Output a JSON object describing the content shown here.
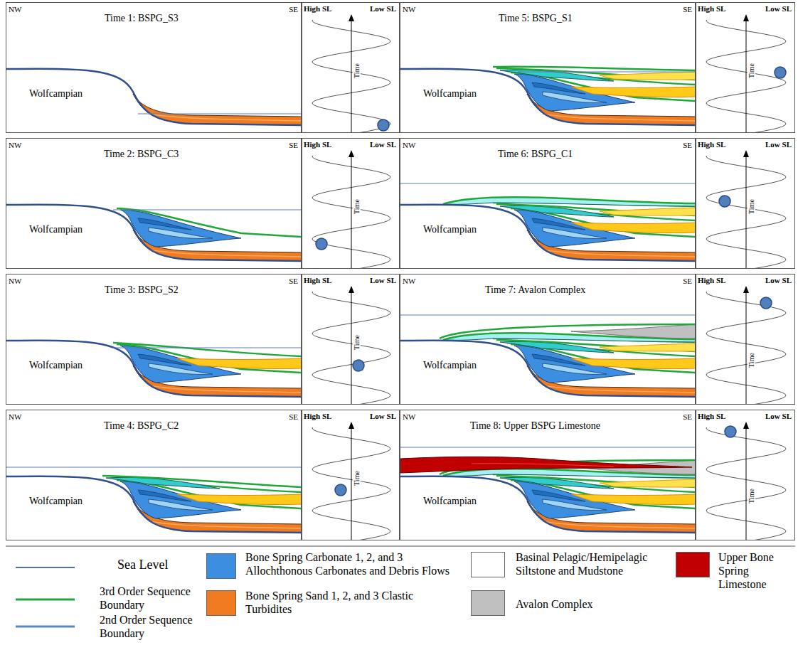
{
  "diagram": {
    "nodes": [
      {
        "text": [
          "Time 1: BSPG_S3"
        ]
      },
      {
        "text": [
          "Time 5: BSPG_S1"
        ]
      },
      {
        "text": [
          "Time 2: BSPG_C3"
        ]
      },
      {
        "text": [
          "Time 6: BSPG_C1"
        ]
      },
      {
        "text": [
          "Time 3: BSPG_S2"
        ]
      },
      {
        "text": [
          "Time 7: Avalon Complex"
        ]
      },
      {
        "text": [
          "Time 4: BSPG_C2"
        ]
      },
      {
        "text": [
          "Time 8: Upper BSPG Limestone"
        ]
      }
    ],
    "labels": [
      "NW",
      "SE",
      "Wolfcampian",
      "High SL",
      "Low SL",
      "Time",
      "NW",
      "SE",
      "Wolfcampian",
      "High SL",
      "Low SL",
      "Time",
      "NW",
      "SE",
      "Wolfcampian",
      "High SL",
      "Low SL",
      "Time",
      "NW",
      "SE",
      "Wolfcampian",
      "High SL",
      "Low SL",
      "Time",
      "NW",
      "SE",
      "Wolfcampian",
      "High SL",
      "Low SL",
      "Time",
      "NW",
      "SE",
      "Wolfcampian",
      "High SL",
      "Low SL",
      "Time",
      "NW",
      "SE",
      "Wolfcampian",
      "High SL",
      "Low SL",
      "Time",
      "NW",
      "SE",
      "Wolfcampian",
      "High SL",
      "Low SL",
      "Time"
    ],
    "legend": [
      {
        "text": "Sea Level"
      },
      {
        "text": "3rd Order Sequence Boundary"
      },
      {
        "text": "2nd Order Sequence Boundary"
      },
      {
        "text": "Bone Spring Carbonate 1, 2, and 3 Allochthonous Carbonates and Debris Flows",
        "color": "#3b8ee0"
      },
      {
        "text": "Bone Spring Sand 1, 2, and 3 Clastic Turbidites",
        "color": "#f07b20"
      },
      {
        "text": "Basinal Pelagic/Hemipelagic Siltstone and Mudstone",
        "color": "#ffffff"
      },
      {
        "text": "Avalon Complex",
        "color": "#c0c0c0"
      },
      {
        "text": "Upper Bone Spring Limestone",
        "color": "#c00000"
      }
    ]
  }
}
